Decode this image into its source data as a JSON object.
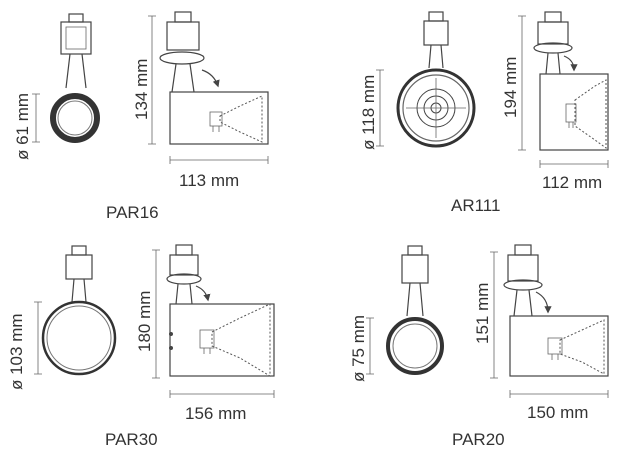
{
  "fixtures": [
    {
      "id": "par16",
      "name": "PAR16",
      "diameter": "ø 61 mm",
      "height": "134 mm",
      "length": "113 mm"
    },
    {
      "id": "ar111",
      "name": "AR111",
      "diameter": "ø 118 mm",
      "height": "194 mm",
      "length": "112 mm"
    },
    {
      "id": "par30",
      "name": "PAR30",
      "diameter": "ø 103 mm",
      "height": "180 mm",
      "length": "156 mm"
    },
    {
      "id": "par20",
      "name": "PAR20",
      "diameter": "ø 75 mm",
      "height": "151 mm",
      "length": "150 mm"
    }
  ]
}
